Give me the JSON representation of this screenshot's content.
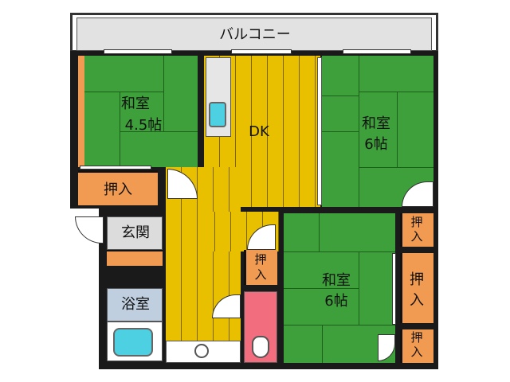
{
  "balcony": {
    "label": "バルコニー"
  },
  "rooms": {
    "washitsu_nw": {
      "name": "和室",
      "size": "4.5帖"
    },
    "dk": {
      "name": "DK"
    },
    "washitsu_ne": {
      "name": "和室",
      "size": "6帖"
    },
    "washitsu_se": {
      "name": "和室",
      "size": "6帖"
    },
    "genkan": {
      "name": "玄関"
    },
    "yokushitsu": {
      "name": "浴室"
    }
  },
  "closets": {
    "oshiire_west": "押入",
    "oshiire_center_top": "押",
    "oshiire_center_bottom": "入",
    "oshiire_east_1_top": "押",
    "oshiire_east_1_bottom": "入",
    "oshiire_east_2_top": "押",
    "oshiire_east_2_bottom": "入",
    "oshiire_east_3_top": "押",
    "oshiire_east_3_bottom": "入"
  },
  "colors": {
    "tatami": "#3ea03a",
    "flooring": "#e8c000",
    "oshiire": "#f19a52",
    "toilet": "#f26d7d",
    "bath": "#bfcfe0",
    "genkan": "#dcdcdc",
    "balcony": "#e2e2e2"
  }
}
